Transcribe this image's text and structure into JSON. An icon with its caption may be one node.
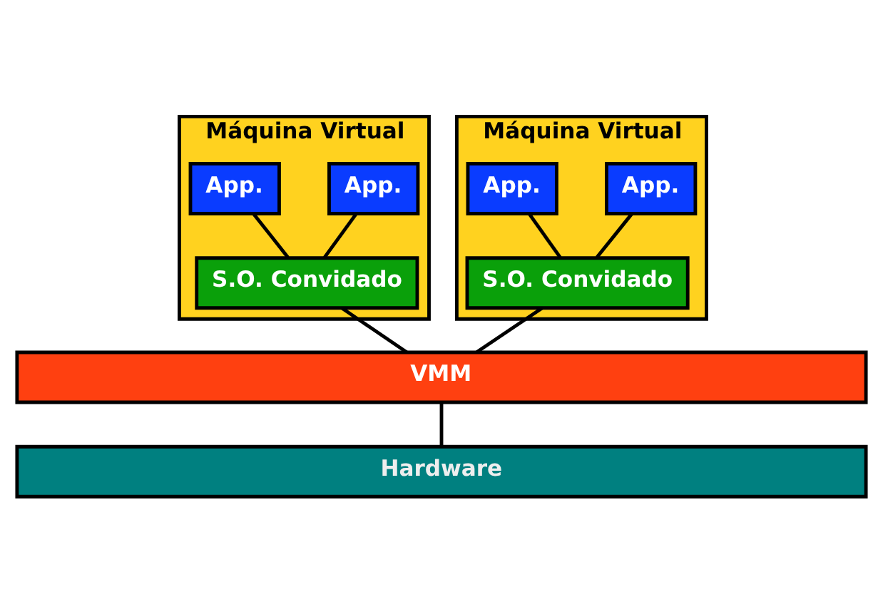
{
  "diagram": {
    "nodes": [
      {
        "text": [
          "Máquina Virtual"
        ]
      },
      {
        "text": [
          "App."
        ],
        "in": 0
      },
      {
        "text": [
          "App."
        ],
        "in": 0
      },
      {
        "text": [
          "S.O. Convidado"
        ],
        "in": 0
      },
      {
        "text": [
          "Máquina Virtual"
        ]
      },
      {
        "text": [
          "App."
        ],
        "in": 4
      },
      {
        "text": [
          "App."
        ],
        "in": 4
      },
      {
        "text": [
          "S.O. Convidado"
        ],
        "in": 4
      },
      {
        "text": [
          "VMM"
        ]
      },
      {
        "text": [
          "Hardware"
        ]
      }
    ],
    "edges": [
      {
        "from": 1,
        "to": 3,
        "arrow": "none"
      },
      {
        "from": 2,
        "to": 3,
        "arrow": "none"
      },
      {
        "from": 5,
        "to": 7,
        "arrow": "none"
      },
      {
        "from": 6,
        "to": 7,
        "arrow": "none"
      },
      {
        "from": 3,
        "to": 8,
        "arrow": "none"
      },
      {
        "from": 7,
        "to": 8,
        "arrow": "none"
      },
      {
        "from": 8,
        "to": 9,
        "arrow": "none"
      }
    ]
  }
}
